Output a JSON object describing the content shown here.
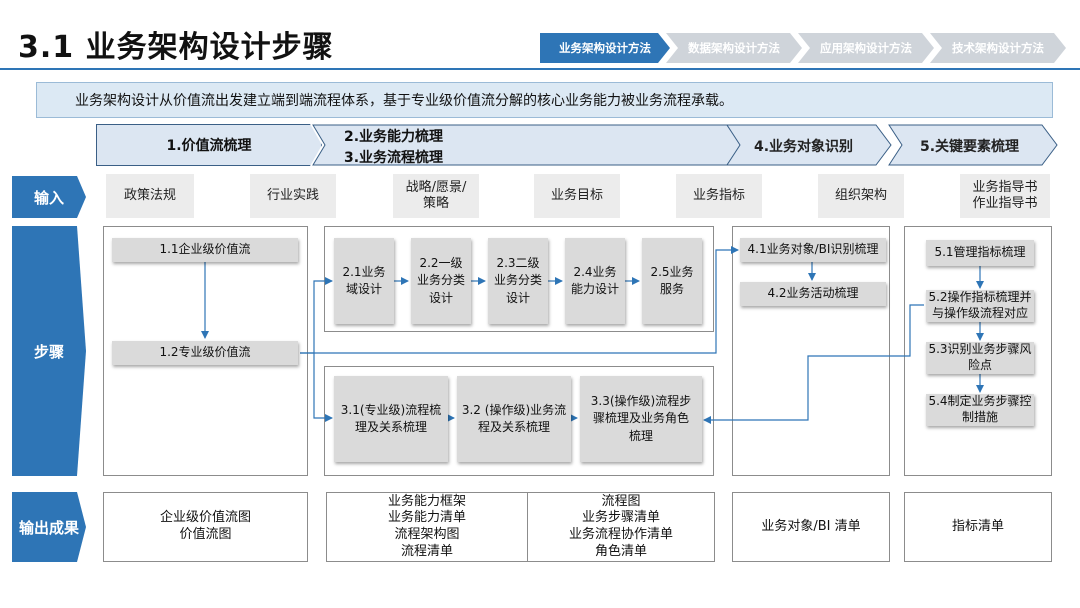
{
  "header": {
    "title": "3.1 业务架构设计步骤",
    "nav_tabs": [
      {
        "label": "业务架构设计方法",
        "active": true
      },
      {
        "label": "数据架构设计方法",
        "active": false
      },
      {
        "label": "应用架构设计方法",
        "active": false
      },
      {
        "label": "技术架构设计方法",
        "active": false
      }
    ]
  },
  "banner": {
    "text": "业务架构设计从价值流出发建立端到端流程体系，基于专业级价值流分解的核心业务能力被业务流程承载。"
  },
  "phases": {
    "p1": "1.价值流梳理",
    "p2a": "2.业务能力梳理",
    "p2b": "3.业务流程梳理",
    "p4": "4.业务对象识别",
    "p5": "5.关键要素梳理"
  },
  "row_labels": {
    "input": "输入",
    "steps": "步骤",
    "output": "输出成果"
  },
  "inputs": [
    "政策法规",
    "行业实践",
    "战略/愿景/\n策略",
    "业务目标",
    "业务指标",
    "组织架构",
    "业务指导书\n作业指导书"
  ],
  "steps": {
    "value": [
      "1.1企业级价值流",
      "1.2专业级价值流"
    ],
    "capability": [
      "2.1业务\n域设计",
      "2.2一级\n业务分类\n设计",
      "2.3二级\n业务分类\n设计",
      "2.4业务\n能力设计",
      "2.5业务\n服务"
    ],
    "process": [
      "3.1(专业级)流程梳\n理及关系梳理",
      "3.2 (操作级)业务流\n程及关系梳理",
      "3.3(操作级)流程步\n骤梳理及业务角色\n梳理"
    ],
    "object": [
      "4.1业务对象/BI识别梳理",
      "4.2业务活动梳理"
    ],
    "key": [
      "5.1管理指标梳理",
      "5.2操作指标梳理并\n与操作级流程对应",
      "5.3识别业务步骤风\n险点",
      "5.4制定业务步骤控\n制措施"
    ]
  },
  "outputs": {
    "value": [
      "企业级价值流图",
      "价值流图"
    ],
    "capability": [
      "业务能力框架",
      "业务能力清单",
      "流程架构图",
      "流程清单"
    ],
    "process": [
      "流程图",
      "业务步骤清单",
      "业务流程协作清单",
      "角色清单"
    ],
    "object": [
      "业务对象/BI 清单"
    ],
    "key": [
      "指标清单"
    ]
  },
  "colors": {
    "accent": "#2e75b6",
    "phase_fill": "#dce6f2",
    "step_fill": "#dadada",
    "input_fill": "#ececec",
    "banner_fill": "#dce9f4"
  }
}
